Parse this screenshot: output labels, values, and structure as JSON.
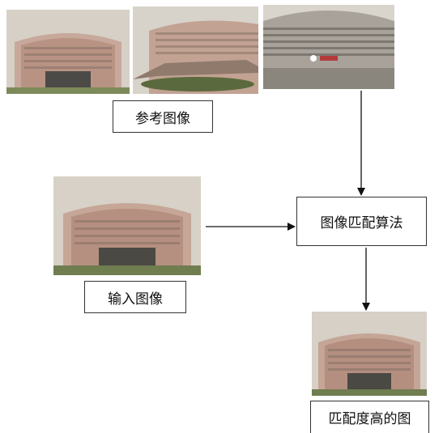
{
  "labels": {
    "reference_images": "参考图像",
    "input_image": "输入图像",
    "matching_algorithm": "图像匹配算法",
    "result_image": "匹配度高的图"
  },
  "icons": {
    "reference_photo_1": "building-photo",
    "reference_photo_2": "building-photo",
    "reference_photo_3": "building-photo",
    "input_photo": "building-photo",
    "result_photo": "building-photo"
  }
}
